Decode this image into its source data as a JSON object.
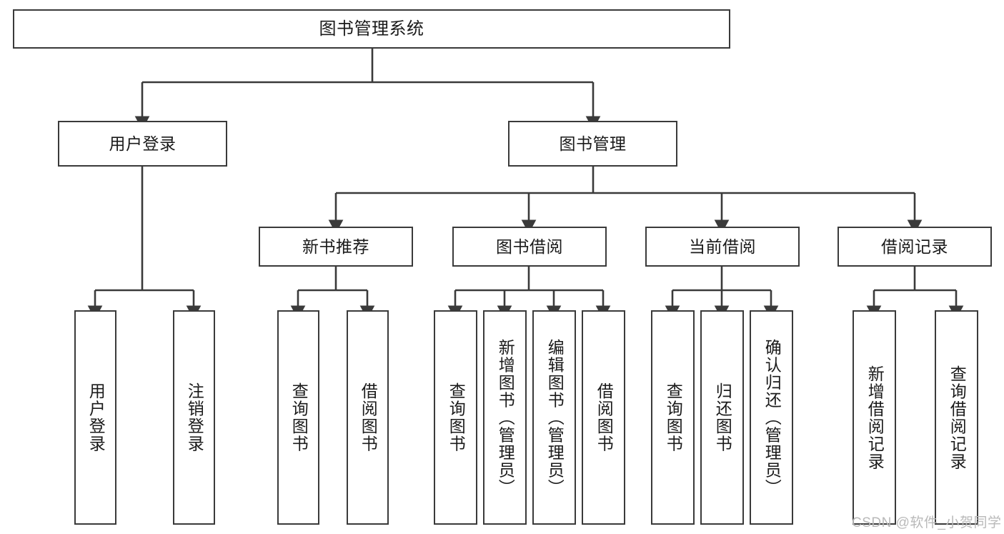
{
  "diagram": {
    "title": "图书管理系统",
    "type": "tree-hierarchy-chart",
    "levels": {
      "root": {
        "label": "图书管理系统"
      },
      "level2": [
        {
          "label": "用户登录"
        },
        {
          "label": "图书管理"
        }
      ],
      "level3": [
        {
          "label": "新书推荐"
        },
        {
          "label": "图书借阅"
        },
        {
          "label": "当前借阅"
        },
        {
          "label": "借阅记录"
        }
      ],
      "leaves": {
        "user_login": [
          {
            "label": "用户登录"
          },
          {
            "label": "注销登录"
          }
        ],
        "new_book_recommend": [
          {
            "label": "查询图书"
          },
          {
            "label": "借阅图书"
          }
        ],
        "book_borrow": [
          {
            "label": "查询图书"
          },
          {
            "label": "新增图书（管理员）"
          },
          {
            "label": "编辑图书（管理员）"
          },
          {
            "label": "借阅图书"
          }
        ],
        "current_borrow": [
          {
            "label": "查询图书"
          },
          {
            "label": "归还图书"
          },
          {
            "label": "确认归还（管理员）"
          }
        ],
        "borrow_record": [
          {
            "label": "新增借阅记录"
          },
          {
            "label": "查询借阅记录"
          }
        ]
      }
    },
    "colors": {
      "stroke": "#3a3a3a",
      "fill": "#ffffff",
      "text": "#1a1a1a",
      "watermark": "#b9b9b9"
    }
  },
  "watermark": {
    "text": "CSDN @软件_小贺同学"
  }
}
